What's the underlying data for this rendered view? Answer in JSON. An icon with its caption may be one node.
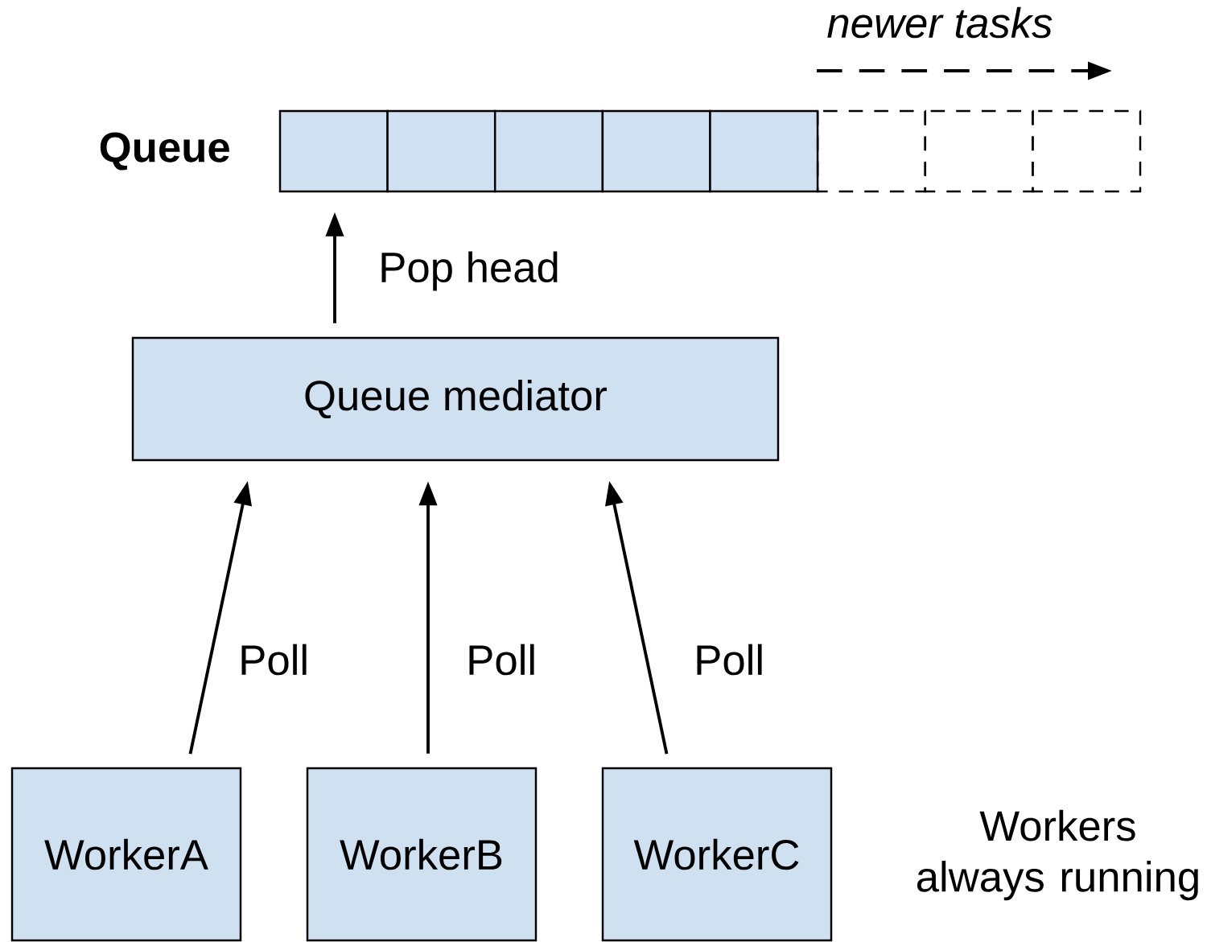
{
  "diagram": {
    "nodes": [
      {
        "text": [
          "Queue"
        ]
      },
      {
        "text": [
          "Queue mediator"
        ]
      },
      {
        "text": [
          "WorkerA"
        ]
      },
      {
        "text": [
          "WorkerB"
        ]
      },
      {
        "text": [
          "WorkerC"
        ]
      }
    ],
    "edges": [
      {
        "from": 1,
        "to": 0,
        "arrow": "to",
        "label": "Pop head"
      },
      {
        "from": 2,
        "to": 1,
        "arrow": "to",
        "label": "Poll"
      },
      {
        "from": 3,
        "to": 1,
        "arrow": "to",
        "label": "Poll"
      },
      {
        "from": 4,
        "to": 1,
        "arrow": "to",
        "label": "Poll"
      }
    ],
    "labels": [
      "newer tasks",
      "Workers always running"
    ]
  }
}
